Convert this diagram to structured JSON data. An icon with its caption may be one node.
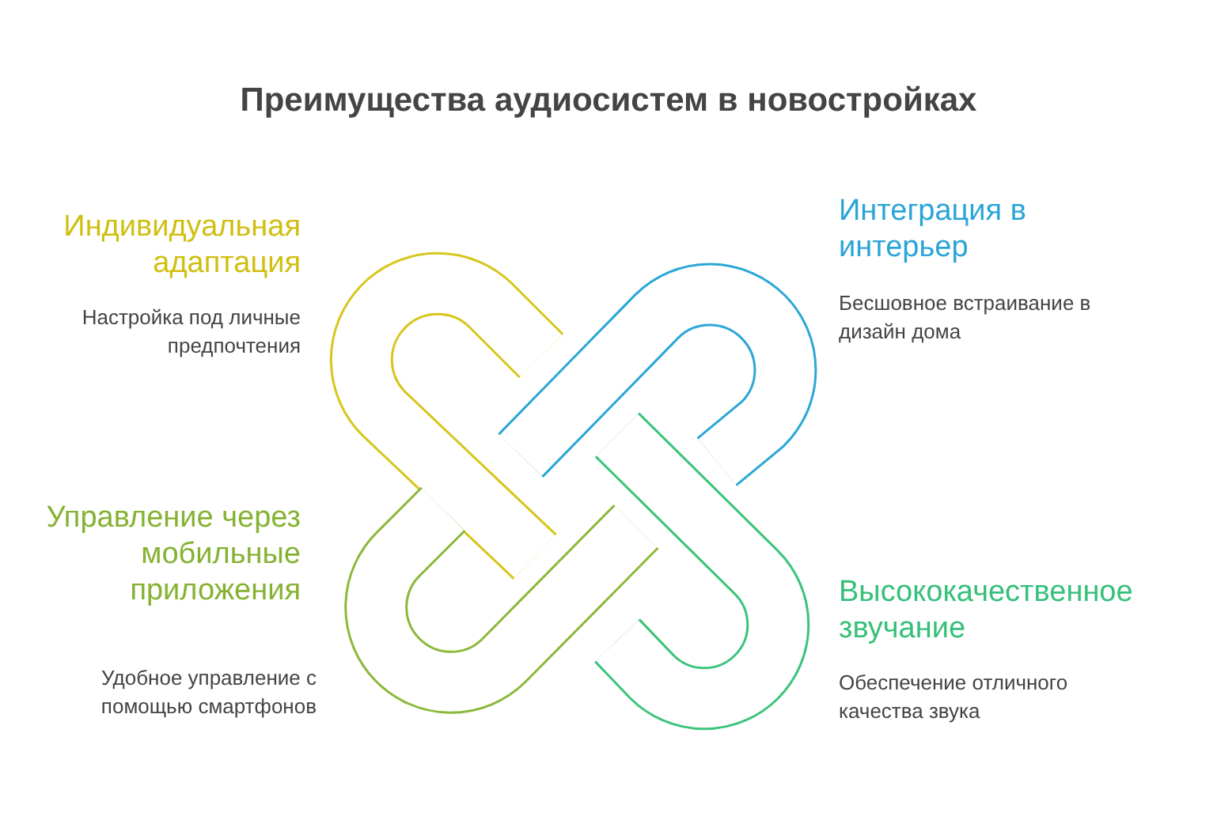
{
  "diagram": {
    "title": "Преимущества аудиосистем в новостройках",
    "labels": [
      "Индивидуальная адаптация",
      "Настройка под личные предпочтения",
      "Интеграция в интерьер",
      "Бесшовное встраивание в дизайн дома",
      "Управление через мобильные приложения",
      "Удобное управление с помощью смартфонов",
      "Высококачественное звучание",
      "Обеспечение отличного качества звука"
    ]
  }
}
